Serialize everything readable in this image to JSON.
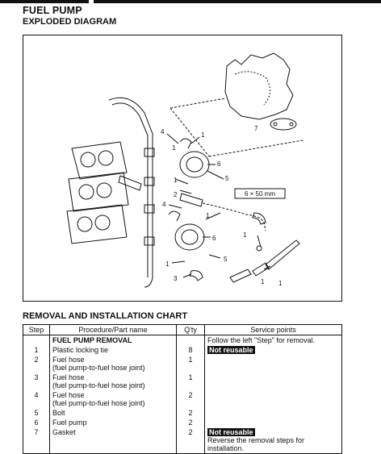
{
  "page": {
    "title": "FUEL PUMP",
    "subtitle": "EXPLODED DIAGRAM"
  },
  "diagram": {
    "callouts": [
      "1",
      "1",
      "1",
      "1",
      "1",
      "1",
      "1",
      "1",
      "2",
      "3",
      "4",
      "4",
      "5",
      "5",
      "6",
      "6",
      "7"
    ],
    "spec_label": "6 × 50 mm"
  },
  "chart": {
    "heading": "REMOVAL AND INSTALLATION CHART",
    "columns": [
      "Step",
      "Procedure/Part name",
      "Q'ty",
      "Service points"
    ],
    "section_title": "FUEL PUMP REMOVAL",
    "section_note": "Follow the left \"Step\" for removal.",
    "rows": [
      {
        "step": "1",
        "name": "Plastic locking tie",
        "name2": "",
        "qty": "8",
        "badge": "Not reusable",
        "note": ""
      },
      {
        "step": "2",
        "name": "Fuel hose",
        "name2": "(fuel pump-to-fuel hose joint)",
        "qty": "1",
        "badge": "",
        "note": ""
      },
      {
        "step": "3",
        "name": "Fuel hose",
        "name2": "(fuel pump-to-fuel hose joint)",
        "qty": "1",
        "badge": "",
        "note": ""
      },
      {
        "step": "4",
        "name": "Fuel hose",
        "name2": "(fuel pump-to-fuel hose joint)",
        "qty": "2",
        "badge": "",
        "note": ""
      },
      {
        "step": "5",
        "name": "Bolt",
        "name2": "",
        "qty": "2",
        "badge": "",
        "note": ""
      },
      {
        "step": "6",
        "name": "Fuel pump",
        "name2": "",
        "qty": "2",
        "badge": "",
        "note": ""
      },
      {
        "step": "7",
        "name": "Gasket",
        "name2": "",
        "qty": "2",
        "badge": "Not reusable",
        "note": "Reverse the removal steps for installation."
      }
    ]
  }
}
